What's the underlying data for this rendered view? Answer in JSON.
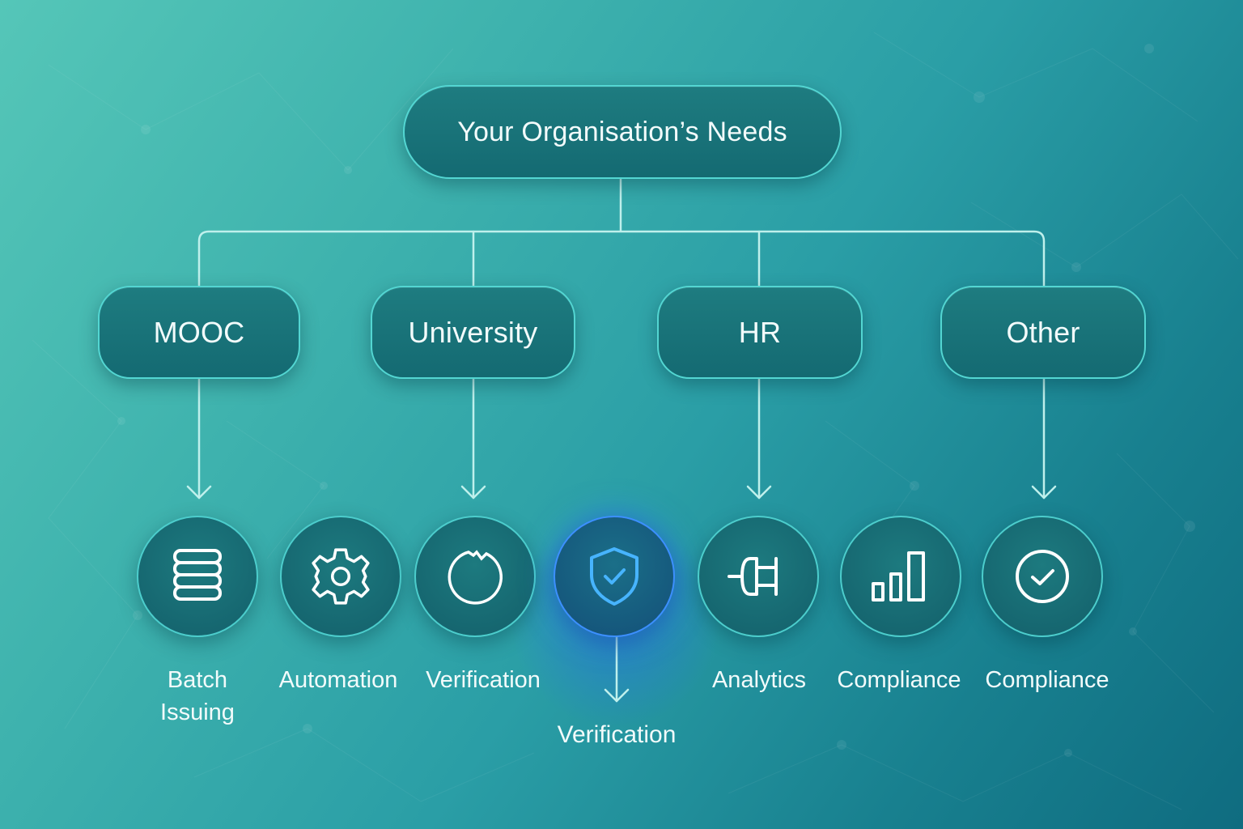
{
  "root": {
    "label": "Your Organisation’s Needs"
  },
  "categories": [
    {
      "label": "MOOC"
    },
    {
      "label": "University"
    },
    {
      "label": "HR"
    },
    {
      "label": "Other"
    }
  ],
  "features": [
    {
      "label": "Batch Issuing",
      "icon": "database-icon"
    },
    {
      "label": "Automation",
      "icon": "gear-icon"
    },
    {
      "label": "Verification",
      "icon": "circle-outline-icon"
    },
    {
      "label": "Verification",
      "icon": "shield-check-icon",
      "highlighted": true
    },
    {
      "label": "Analytics",
      "icon": "plug-icon"
    },
    {
      "label": "Compliance",
      "icon": "bar-chart-icon"
    },
    {
      "label": "Compliance",
      "icon": "check-circle-icon"
    }
  ],
  "colors": {
    "background_start": "#55c6b8",
    "background_end": "#0f6c80",
    "node_fill": "#146a72",
    "node_border": "#53d6d2",
    "connector": "#bff0ec",
    "highlight": "#3c8fff"
  }
}
